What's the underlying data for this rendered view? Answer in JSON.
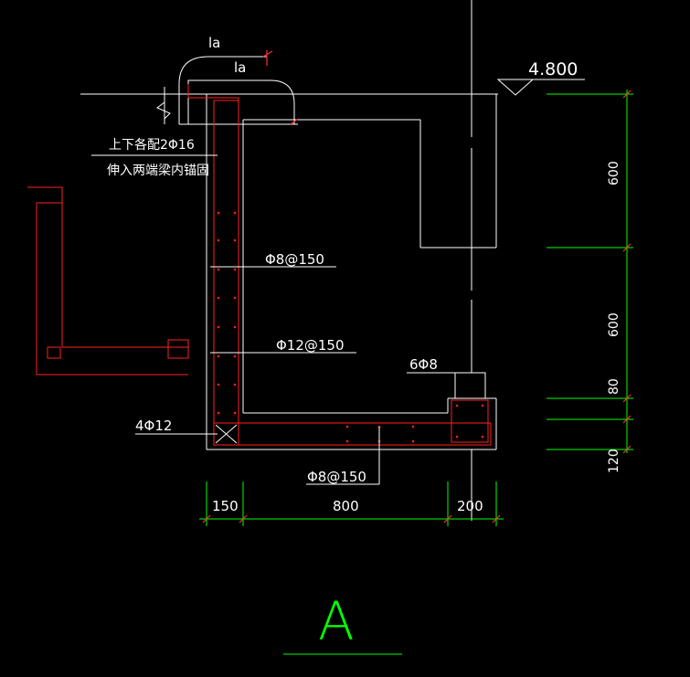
{
  "colors": {
    "background": "#000000",
    "structure": "#ffffff",
    "rebar": "#ff2020",
    "dimension": "#00ff00",
    "tick": "#ff3030",
    "text": "#ffffff"
  },
  "labels": {
    "elevation": "4.800",
    "anchorage_upper": "la",
    "anchorage_lower": "la",
    "note_line1": "上下各配2Φ16",
    "note_line2": "伸入两端梁内锚固",
    "rebar_phi8_at150": "Φ8@150",
    "rebar_phi12_at150": "Φ12@150",
    "rebar_6phi8": "6Φ8",
    "rebar_4phi12": "4Φ12",
    "rebar_bottom_phi8_at150": "Φ8@150",
    "section_mark": "A"
  },
  "dimensions": {
    "horizontal": [
      "150",
      "800",
      "200"
    ],
    "vertical": [
      "600",
      "600",
      "80",
      "120"
    ]
  }
}
